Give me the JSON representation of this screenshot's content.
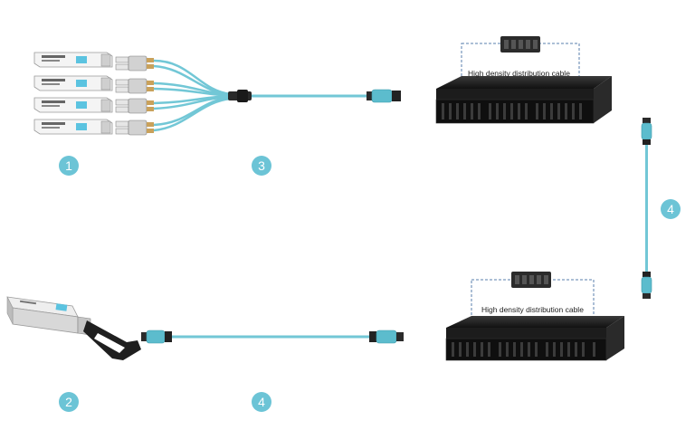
{
  "diagram": {
    "cable_color": "#72c7d6",
    "badge_color": "#6cc4d6",
    "panels": [
      {
        "label": "High density distribution cable"
      },
      {
        "label": "High density distribution cable"
      }
    ],
    "badges": [
      {
        "number": "1"
      },
      {
        "number": "3"
      },
      {
        "number": "4"
      },
      {
        "number": "2"
      },
      {
        "number": "4"
      }
    ]
  }
}
